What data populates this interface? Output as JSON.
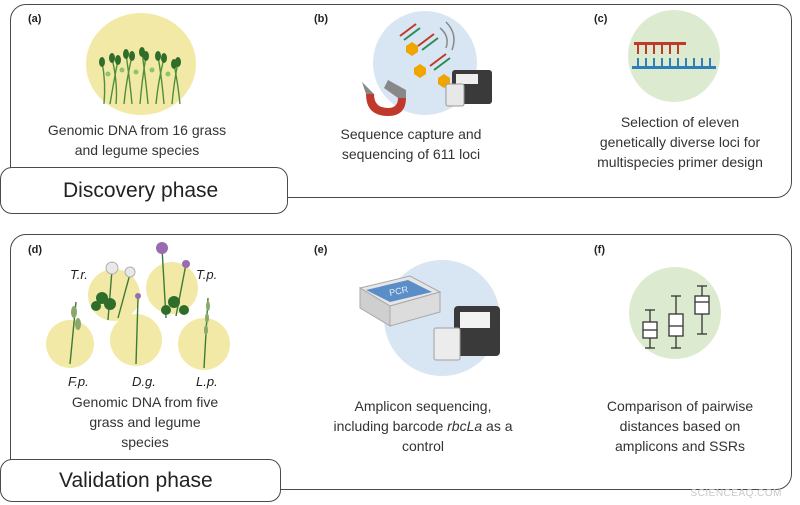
{
  "discovery": {
    "phase_label": "Discovery phase",
    "panels": [
      {
        "letter": "(a)",
        "caption_lines": [
          "Genomic DNA from 16 grass",
          "and legume species"
        ]
      },
      {
        "letter": "(b)",
        "caption_lines": [
          "Sequence capture and",
          "sequencing of 611 loci"
        ]
      },
      {
        "letter": "(c)",
        "caption_lines": [
          "Selection of eleven",
          "genetically diverse loci for",
          "multispecies primer design"
        ]
      }
    ]
  },
  "validation": {
    "phase_label": "Validation phase",
    "panels": [
      {
        "letter": "(d)",
        "caption_lines": [
          "Genomic DNA from five",
          "grass and legume",
          "species"
        ]
      },
      {
        "letter": "(e)",
        "caption_lines": [
          "Amplicon sequencing,",
          "including barcode ",
          "rbcLa",
          " as a",
          "control"
        ]
      },
      {
        "letter": "(f)",
        "caption_lines": [
          "Comparison of pairwise",
          "distances based on",
          "amplicons and SSRs"
        ]
      }
    ],
    "species_labels": [
      "T.r.",
      "T.p.",
      "F.p.",
      "D.g.",
      "L.p."
    ],
    "pcr_label": "PCR"
  },
  "watermark": "SCIENCEAQ.COM",
  "colors": {
    "border": "#4a4a4a",
    "circle_yellow": "#f3e9a6",
    "circle_blue": "#d7e6f2",
    "circle_green": "#dcebcf",
    "primer_red": "#c0392b",
    "primer_blue": "#2c7fb8"
  }
}
